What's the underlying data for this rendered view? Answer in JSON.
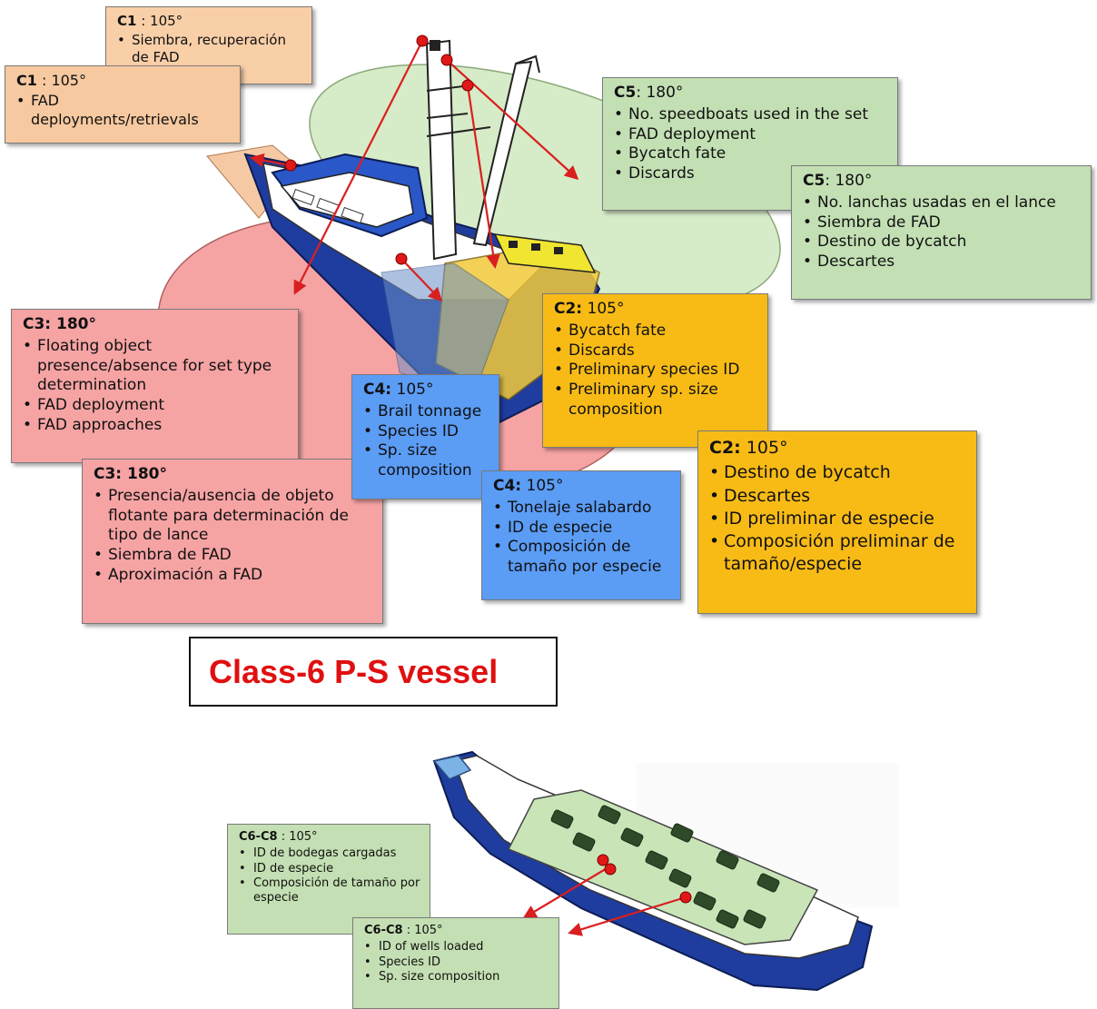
{
  "title": "Class-6 P-S vessel",
  "colors": {
    "camera_arrow": "#d91f1f",
    "camera_dot": "#e01818",
    "hull_blue": "#1f3d9e",
    "c1": "#f9cfa8",
    "c2": "#f8bb16",
    "c3": "#f6a3a4",
    "c4": "#5b9cf5",
    "c5": "#c3dfb4",
    "title_text": "#e01010"
  },
  "callouts": {
    "c1_es": {
      "id": "C1",
      "angle": " : 105°",
      "items": [
        "Siembra, recuperación de FAD"
      ]
    },
    "c1_en": {
      "id": "C1",
      "angle": " : 105°",
      "items": [
        "FAD deployments/retrievals"
      ]
    },
    "c5_en": {
      "id": "C5",
      "angle": ": 180°",
      "items": [
        "No. speedboats used in the set",
        "FAD deployment",
        "Bycatch fate",
        "Discards"
      ]
    },
    "c5_es": {
      "id": "C5",
      "angle": ": 180°",
      "items": [
        "No. lanchas usadas en el lance",
        "Siembra de FAD",
        "Destino de bycatch",
        "Descartes"
      ]
    },
    "c3_en": {
      "id": "C3: 180°",
      "angle": "",
      "items": [
        "Floating object presence/absence for set type determination",
        "FAD deployment",
        "FAD approaches"
      ]
    },
    "c3_es": {
      "id": "C3: 180°",
      "angle": "",
      "items": [
        "Presencia/ausencia de objeto flotante para determinación de tipo de lance",
        "Siembra de FAD",
        "Aproximación a FAD"
      ]
    },
    "c2_en": {
      "id": "C2:",
      "angle": " 105°",
      "items": [
        "Bycatch fate",
        "Discards",
        "Preliminary species ID",
        "Preliminary sp. size composition"
      ]
    },
    "c2_es": {
      "id": "C2:",
      "angle": " 105°",
      "items": [
        "Destino de bycatch",
        "Descartes",
        "ID preliminar de especie",
        "Composición preliminar de tamaño/especie"
      ]
    },
    "c4_en": {
      "id": "C4:",
      "angle": " 105°",
      "items": [
        "Brail tonnage",
        "Species ID",
        "Sp. size composition"
      ]
    },
    "c4_es": {
      "id": "C4:",
      "angle": " 105°",
      "items": [
        "Tonelaje salabardo",
        "ID de especie",
        "Composición de tamaño por especie"
      ]
    },
    "c68_es": {
      "id": "C6-C8",
      "angle": " : 105°",
      "items": [
        "ID de bodegas cargadas",
        "ID de especie",
        "Composición de tamaño por especie"
      ]
    },
    "c68_en": {
      "id": "C6-C8",
      "angle": " : 105°",
      "items": [
        "ID of wells loaded",
        "Species ID",
        "Sp. size composition"
      ]
    }
  }
}
